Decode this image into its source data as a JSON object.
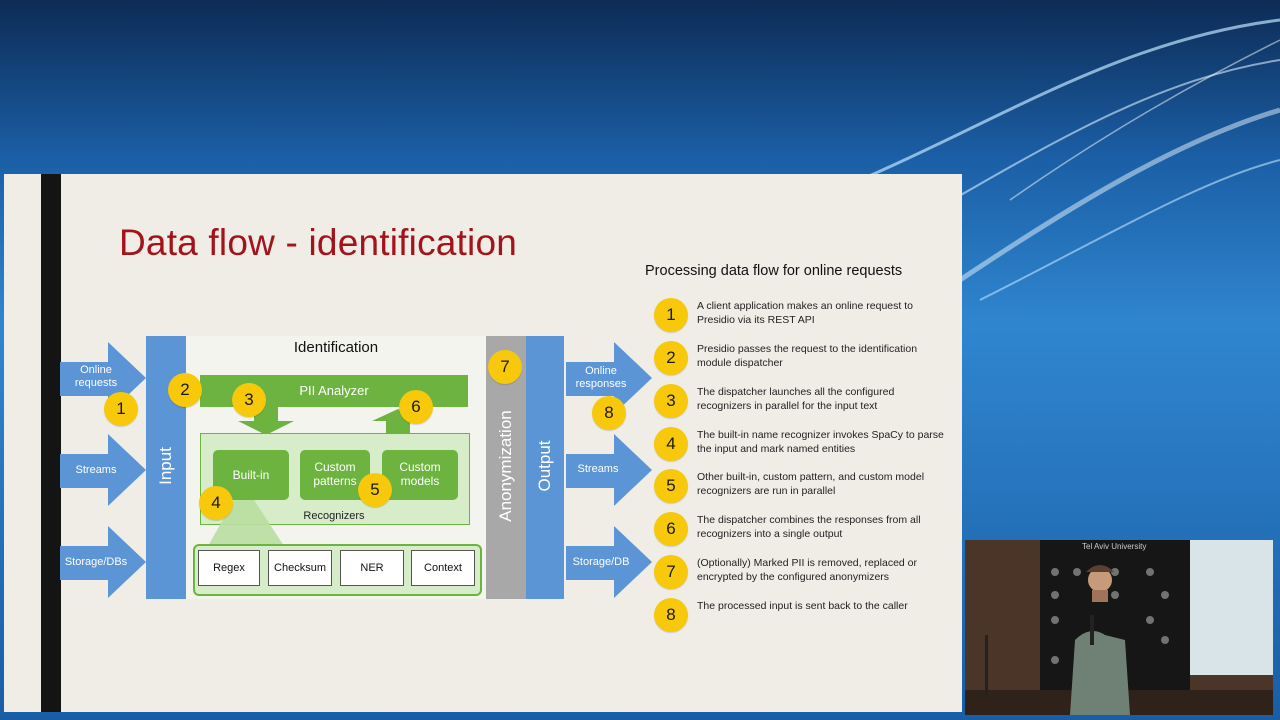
{
  "slide": {
    "title": "Data flow - identification",
    "diagram": {
      "inputs": [
        "Online requests",
        "Streams",
        "Storage/DBs"
      ],
      "input_label": "Input",
      "identification_label": "Identification",
      "analyzer_label": "PII Analyzer",
      "recognizer_modules": [
        "Built-in",
        "Custom patterns",
        "Custom models"
      ],
      "recognizers_label": "Recognizers",
      "builtin_recognizers": [
        "Regex",
        "Checksum",
        "NER",
        "Context"
      ],
      "anonymization_label": "Anonymization",
      "output_label": "Output",
      "outputs": [
        "Online responses",
        "Streams",
        "Storage/DB"
      ],
      "badges": [
        "1",
        "2",
        "3",
        "4",
        "5",
        "6",
        "7",
        "8"
      ]
    },
    "steps_title": "Processing data flow for online requests",
    "steps": [
      {
        "num": "1",
        "text": "A client application makes an online request to Presidio via its REST API"
      },
      {
        "num": "2",
        "text": "Presidio passes the request to the identification module dispatcher"
      },
      {
        "num": "3",
        "text": "The dispatcher launches all the configured recognizers in parallel for the input text"
      },
      {
        "num": "4",
        "text": "The built-in name recognizer invokes SpaCy to parse the input and mark named entities"
      },
      {
        "num": "5",
        "text": "Other built-in, custom pattern, and custom model recognizers are run in parallel"
      },
      {
        "num": "6",
        "text": "The dispatcher combines the responses from all recognizers into a single output"
      },
      {
        "num": "7",
        "text": "(Optionally) Marked PII is removed, replaced or encrypted by the configured anonymizers"
      },
      {
        "num": "8",
        "text": "The processed input is sent back to the caller"
      }
    ]
  },
  "video": {
    "banner": "Tel Aviv University"
  },
  "colors": {
    "title_red": "#a4131b",
    "arrow_blue": "#5b95d6",
    "panel_blue": "#5b95d6",
    "green": "#6db33f",
    "badge_yellow": "#f7c90a",
    "anonymization_gray": "#a8a8a8"
  }
}
